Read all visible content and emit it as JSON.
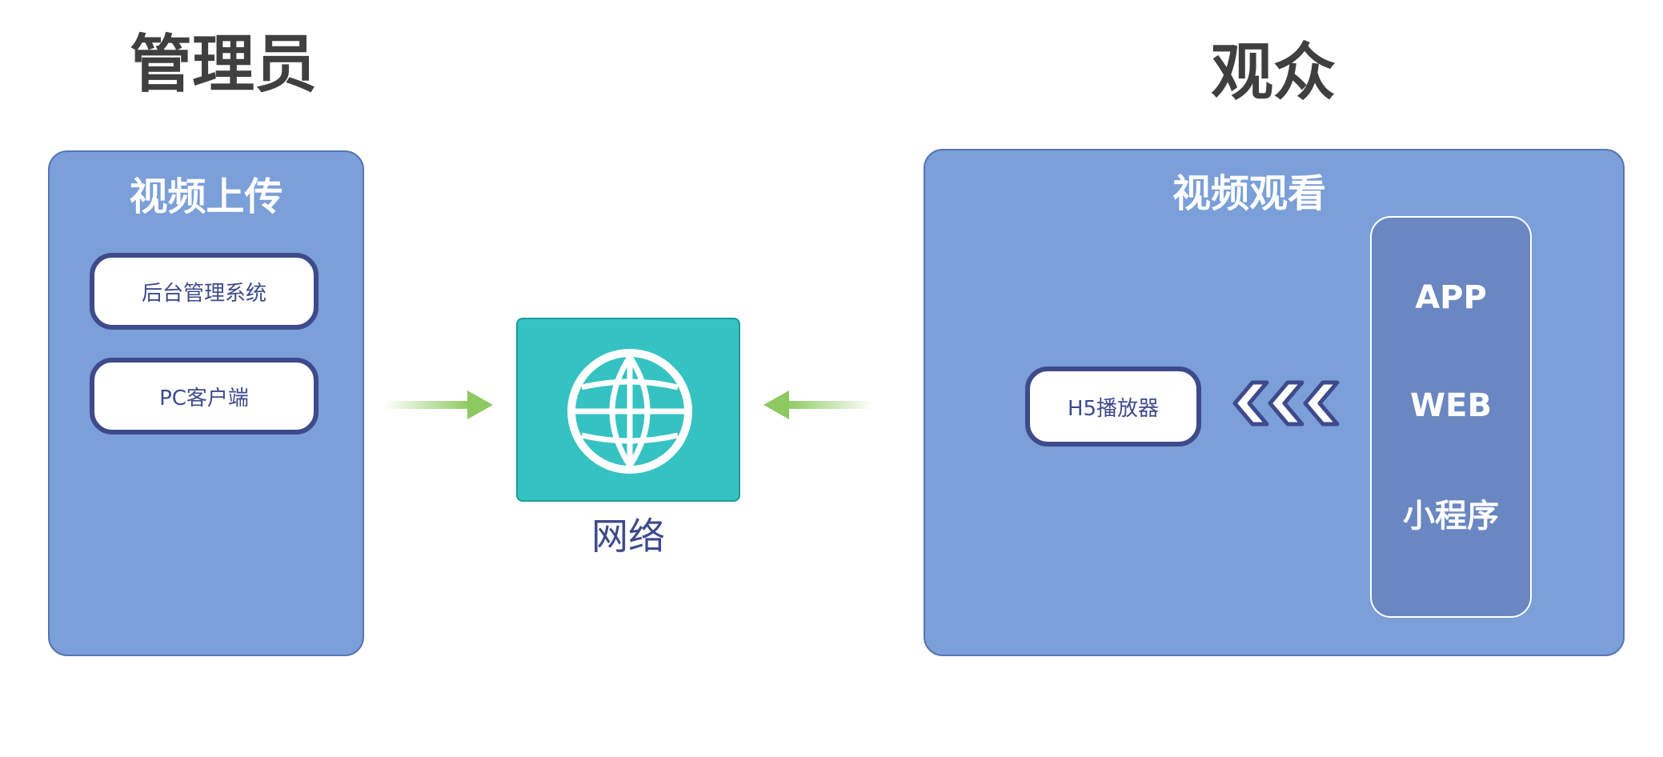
{
  "admin": {
    "heading": "管理员",
    "panel_title": "视频上传",
    "items": [
      "后台管理系统",
      "PC客户端"
    ]
  },
  "network": {
    "label": "网络"
  },
  "audience": {
    "heading": "观众",
    "panel_title": "视频观看",
    "player": "H5播放器",
    "clients": [
      "APP",
      "WEB",
      "小程序"
    ]
  },
  "icons": {
    "network": "globe-icon",
    "flow_into_network": "arrow-right-icon",
    "flow_from_audience": "arrow-left-icon",
    "clients_to_player": "triple-chevron-left-icon"
  },
  "colors": {
    "panel": "#7b9fd8",
    "client_column": "#6a87c2",
    "pill_border": "#3e4a8c",
    "network_box": "#35c2c2",
    "arrow": "#8cc960",
    "heading": "#3f3f3f"
  }
}
